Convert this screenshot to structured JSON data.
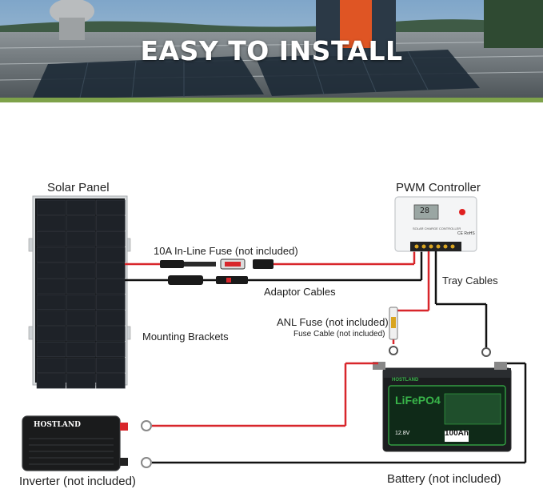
{
  "banner": {
    "title": "EASY TO INSTALL"
  },
  "labels": {
    "solar_panel": "Solar Panel",
    "pwm_controller": "PWM Controller",
    "inline_fuse": "10A In-Line Fuse (not included)",
    "adaptor_cables": "Adaptor Cables",
    "tray_cables": "Tray Cables",
    "mounting_brackets": "Mounting Brackets",
    "anl_fuse": "ANL Fuse (not included)",
    "fuse_cable": "Fuse Cable (not included)",
    "inverter": "Inverter (not included)",
    "battery": "Battery (not included)"
  },
  "devices": {
    "controller_face_text": "SOLAR CHARGE CONTROLLER",
    "controller_display": "28",
    "controller_marks": "CE RoHS",
    "battery_brand": "HOSTLAND",
    "battery_chem": "LiFePO4",
    "battery_capacity": "100Ah",
    "battery_voltage": "12.8V",
    "inverter_brand": "HOSTLAND"
  },
  "colors": {
    "wire_positive": "#d8262b",
    "wire_negative": "#111111",
    "battery_accent": "#39b54a"
  }
}
